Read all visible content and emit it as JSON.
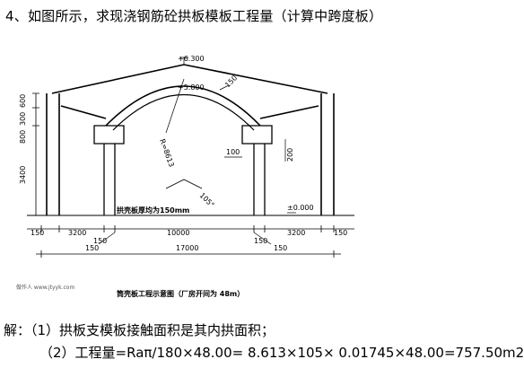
{
  "question": "4、如图所示，求现浇钢筋砼拱板模板工程量（计算中跨度板）",
  "drawing": {
    "elev_top": "+6.300",
    "elev_mid": "+5.800",
    "elev_ground": "±0.000",
    "dim_600": "600",
    "dim_300": "300",
    "dim_800": "800",
    "dim_3400": "3400",
    "dim_150_thick": "150",
    "radius_label": "R=8613",
    "dim_100": "100",
    "dim_200": "200",
    "angle_label": "105°",
    "shell_note": "拱壳板厚均为150mm",
    "dim_150_left": "150",
    "dim_3200_left": "3200",
    "dim_10000": "10000",
    "dim_3200_right": "3200",
    "dim_150_right": "150",
    "dim_150_a": "150",
    "dim_150_b": "150",
    "dim_150_c": "150",
    "dim_150_d": "150",
    "dim_17000": "17000",
    "watermark": "做作人 www.jtyyk.com",
    "caption": "筒壳板工程示意图（厂房开间为 48m）"
  },
  "solution": {
    "line1": "解：（1）拱板支模板接触面积是其内拱面积；",
    "line2": "（2）工程量=Raπ/180×48.00= 8.613×105× 0.01745×48.00=757.50m2"
  }
}
